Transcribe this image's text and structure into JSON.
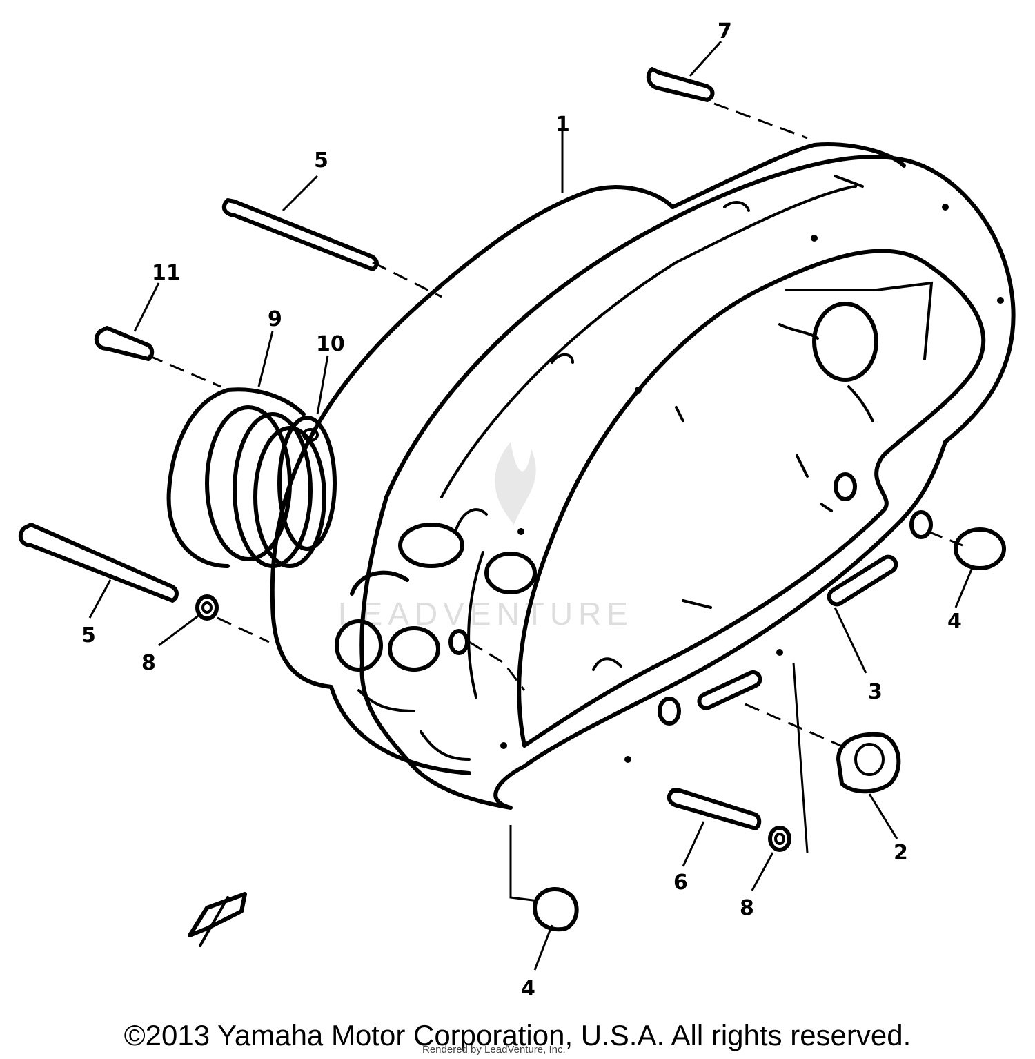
{
  "callouts": {
    "c1": "1",
    "c2": "2",
    "c3": "3",
    "c4a": "4",
    "c4b": "4",
    "c5a": "5",
    "c5b": "5",
    "c6": "6",
    "c7": "7",
    "c8a": "8",
    "c8b": "8",
    "c9": "9",
    "c10": "10",
    "c11": "11"
  },
  "watermark": "LEADVENTURE",
  "footer": {
    "copyright": "©2013 Yamaha Motor Corporation, U.S.A. All rights reserved.",
    "credit": "Rendered by LeadVenture, Inc."
  }
}
